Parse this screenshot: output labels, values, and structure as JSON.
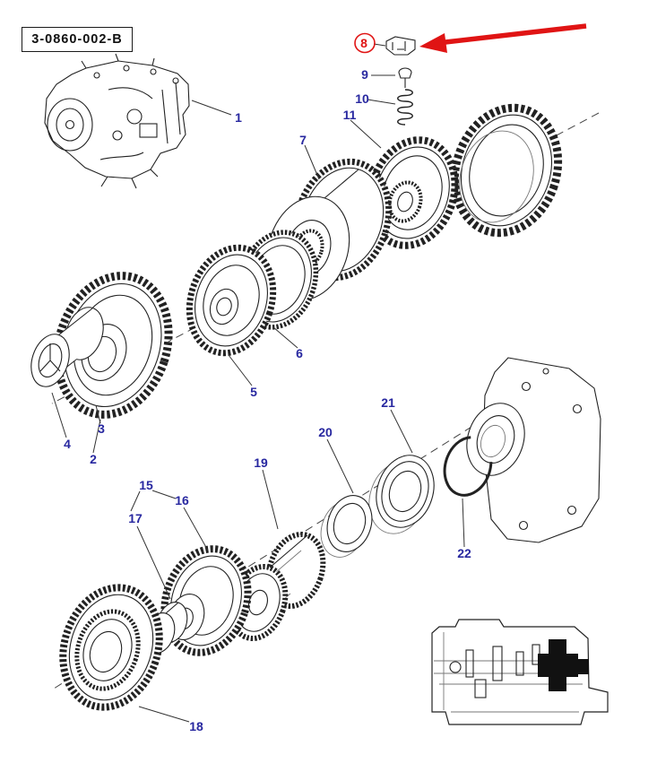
{
  "colors": {
    "callout": "#2828a0",
    "highlight": "#e01414",
    "line": "#222222",
    "schematic_fill": "#111111",
    "background": "#ffffff"
  },
  "title_box": {
    "part_code": "3-0860-002-B"
  },
  "callouts": [
    {
      "label": "1"
    },
    {
      "label": "2"
    },
    {
      "label": "3"
    },
    {
      "label": "4"
    },
    {
      "label": "5"
    },
    {
      "label": "6"
    },
    {
      "label": "7"
    },
    {
      "label": "8",
      "highlighted": true
    },
    {
      "label": "9"
    },
    {
      "label": "10"
    },
    {
      "label": "11"
    },
    {
      "label": "15"
    },
    {
      "label": "16"
    },
    {
      "label": "17"
    },
    {
      "label": "18"
    },
    {
      "label": "19"
    },
    {
      "label": "20"
    },
    {
      "label": "21"
    },
    {
      "label": "22"
    }
  ]
}
